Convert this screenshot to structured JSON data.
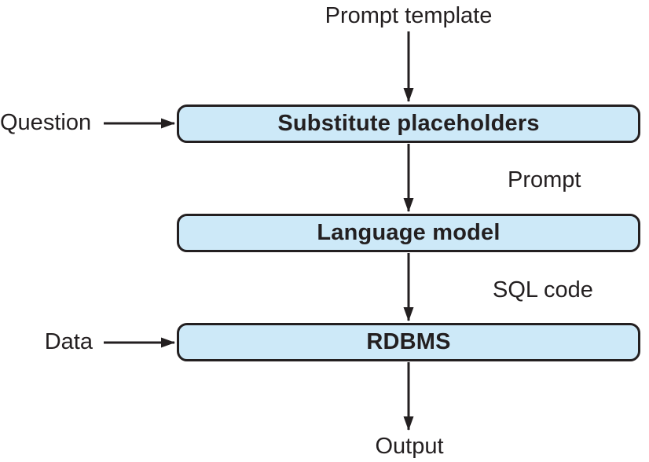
{
  "diagram": {
    "type": "flowchart",
    "background": "#ffffff",
    "colors": {
      "background": "#ffffff",
      "box_fill": "#cde9f8",
      "box_border": "#231f20",
      "arrow": "#231f20",
      "text": "#231f20"
    },
    "nodes": [
      {
        "id": "substitute-placeholders",
        "label": "Substitute placeholders"
      },
      {
        "id": "language-model",
        "label": "Language model"
      },
      {
        "id": "rdbms",
        "label": "RDBMS"
      }
    ],
    "external_labels": {
      "prompt_template": "Prompt template",
      "question": "Question",
      "data": "Data",
      "output": "Output"
    },
    "edge_labels": {
      "prompt": "Prompt",
      "sql_code": "SQL code"
    },
    "edges": [
      {
        "from": "prompt_template",
        "to": "substitute-placeholders",
        "label": ""
      },
      {
        "from": "question",
        "to": "substitute-placeholders",
        "label": ""
      },
      {
        "from": "substitute-placeholders",
        "to": "language-model",
        "label": "Prompt"
      },
      {
        "from": "language-model",
        "to": "rdbms",
        "label": "SQL code"
      },
      {
        "from": "data",
        "to": "rdbms",
        "label": ""
      },
      {
        "from": "rdbms",
        "to": "output",
        "label": ""
      }
    ]
  }
}
